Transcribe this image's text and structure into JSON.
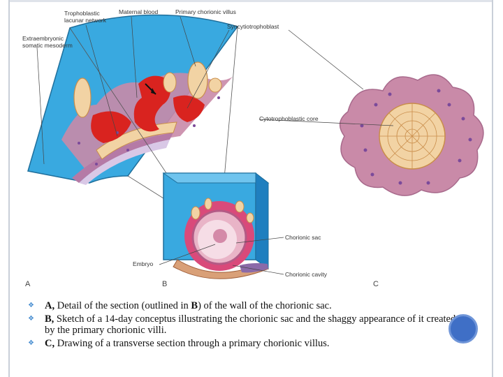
{
  "figure": {
    "labels": {
      "trophoblastic_lacunar_network": [
        "Trophoblastic",
        "lacunar network"
      ],
      "maternal_blood": "Maternal blood",
      "primary_chorionic_villus": "Primary chorionic villus",
      "syncytiotrophoblast": "Syncytiotrophoblast",
      "extraembryonic_somatic_mesoderm": [
        "Extraembryonic",
        "somatic mesoderm"
      ],
      "cytotrophoblastic_core": "Cytotrophoblastic core",
      "chorionic_sac": "Chorionic sac",
      "embryo": "Embryo",
      "chorionic_cavity": "Chorionic cavity"
    },
    "panels": {
      "a": "A",
      "b": "B",
      "c": "C"
    },
    "colors": {
      "tissue_blue": "#39a9e0",
      "syncytio_pink": "#c98aa8",
      "maternal_blood_red": "#d9231f",
      "villus_tan": "#f2d3a4"
    }
  },
  "caption": {
    "items": [
      {
        "bold": "A,",
        "text": " Detail of the section (outlined in ",
        "bold2": "B",
        "text2": ") of the wall of the chorionic sac."
      },
      {
        "bold": "B,",
        "text": " Sketch of a 14-day conceptus illustrating the chorionic sac and the shaggy appearance of it created by the primary chorionic villi."
      },
      {
        "bold": "C,",
        "text": " Drawing of a transverse section through a primary chorionic villus."
      }
    ],
    "bullet_icon": "diamond-bullet-icon"
  }
}
